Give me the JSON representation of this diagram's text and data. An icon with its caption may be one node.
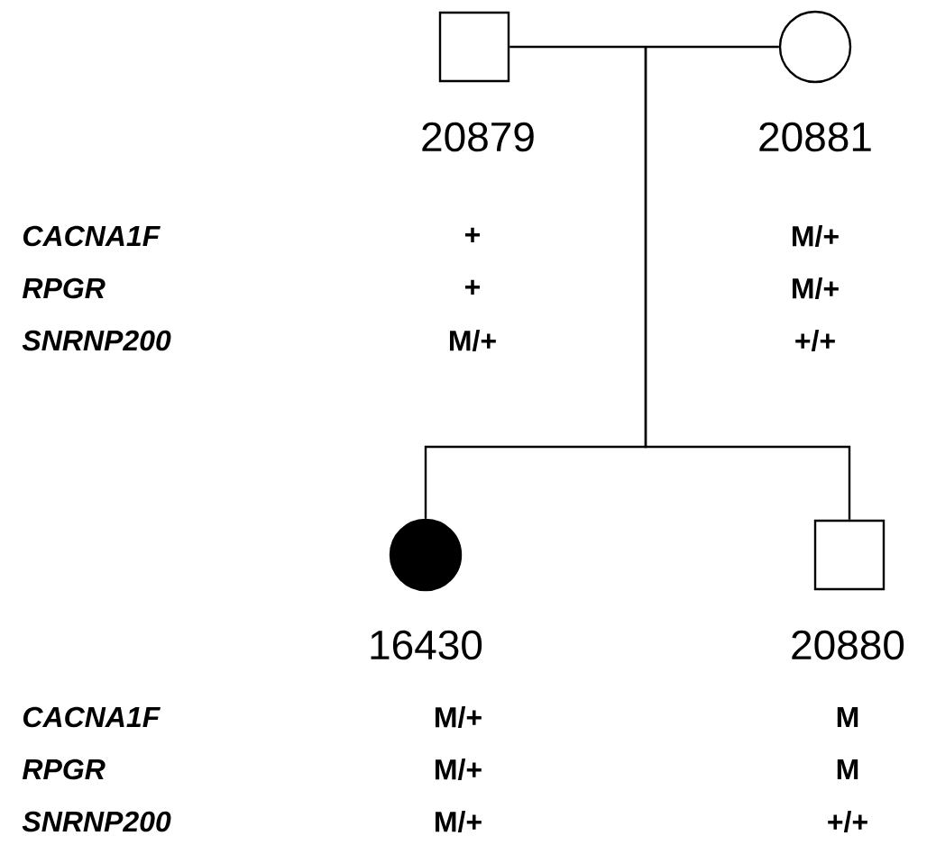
{
  "diagram": {
    "nodes": [
      {
        "text": [],
        "shape": "box",
        "beside": [
          "20879",
          "+",
          "+",
          "M/+"
        ]
      },
      {
        "text": [],
        "shape": "circle",
        "beside": [
          "20881",
          "M/+",
          "M/+",
          "+/+"
        ]
      },
      {
        "text": [],
        "shape": "circle",
        "beside": [
          "16430",
          "M/+",
          "M/+",
          "M/+"
        ]
      },
      {
        "text": [],
        "shape": "box",
        "beside": [
          "20880",
          "M",
          "M",
          "+/+"
        ]
      }
    ],
    "edges": [
      {
        "from": 0,
        "to": 1,
        "arrow": "none"
      },
      {
        "from": null,
        "to": 2,
        "arrow": "none"
      },
      {
        "from": null,
        "to": 3,
        "arrow": "none"
      }
    ],
    "labels": [
      "CACNA1F",
      "RPGR",
      "SNRNP200",
      "CACNA1F",
      "RPGR",
      "SNRNP200"
    ]
  }
}
